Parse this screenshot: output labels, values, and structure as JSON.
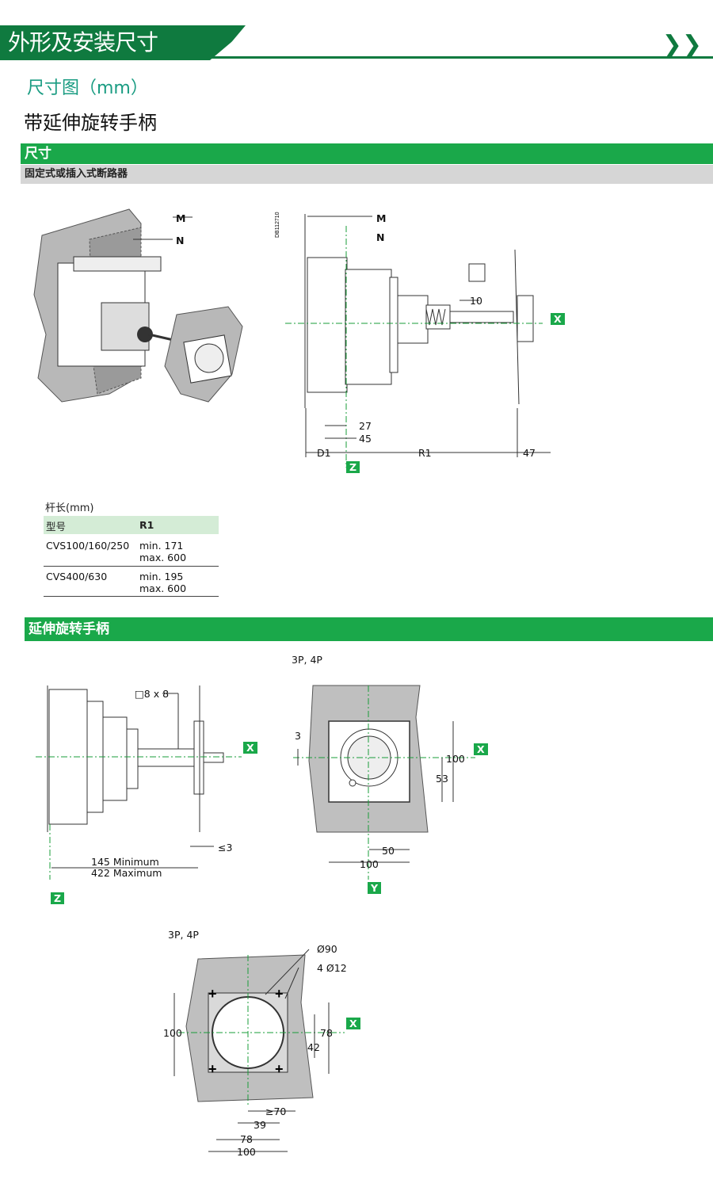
{
  "header": {
    "title": "外形及安装尺寸",
    "chevron": "❯❯"
  },
  "subtitle_unit": "尺寸图（mm）",
  "subtitle_main": "带延伸旋转手柄",
  "section1": {
    "title": "尺寸",
    "subtitle": "固定式或插入式断路器"
  },
  "section2": {
    "title": "延伸旋转手柄"
  },
  "drawing1": {
    "labels": {
      "m": "M",
      "n": "N",
      "ref": "DB112710",
      "d10": "10",
      "x": "X",
      "d27": "27",
      "d45": "45",
      "d1": "D1",
      "r1": "R1",
      "d47": "47",
      "z": "Z"
    }
  },
  "rod_table": {
    "title": "杆长(mm)",
    "headers": [
      "型号",
      "R1"
    ],
    "rows": [
      {
        "model": "CVS100/160/250",
        "min": "min. 171",
        "max": "max. 600"
      },
      {
        "model": "CVS400/630",
        "min": "min. 195",
        "max": "max. 600"
      }
    ]
  },
  "drawing2": {
    "labels": {
      "shaft": "□8 x 8",
      "x": "X",
      "le3": "≤3",
      "min": "145 Minimum",
      "max": "422 Maximum",
      "z": "Z"
    }
  },
  "drawing3": {
    "labels": {
      "caption": "3P, 4P",
      "d3": "3",
      "d100v": "100",
      "d53": "53",
      "d50": "50",
      "d100h": "100",
      "x": "X",
      "y": "Y"
    }
  },
  "drawing4": {
    "labels": {
      "caption": "3P, 4P",
      "phi90": "Ø90",
      "phi12": "4 Ø12",
      "d100v": "100",
      "d78v": "78",
      "d42": "42",
      "x": "X",
      "ge70": "≥70",
      "d39": "39",
      "d78h": "78",
      "d100h": "100"
    }
  }
}
